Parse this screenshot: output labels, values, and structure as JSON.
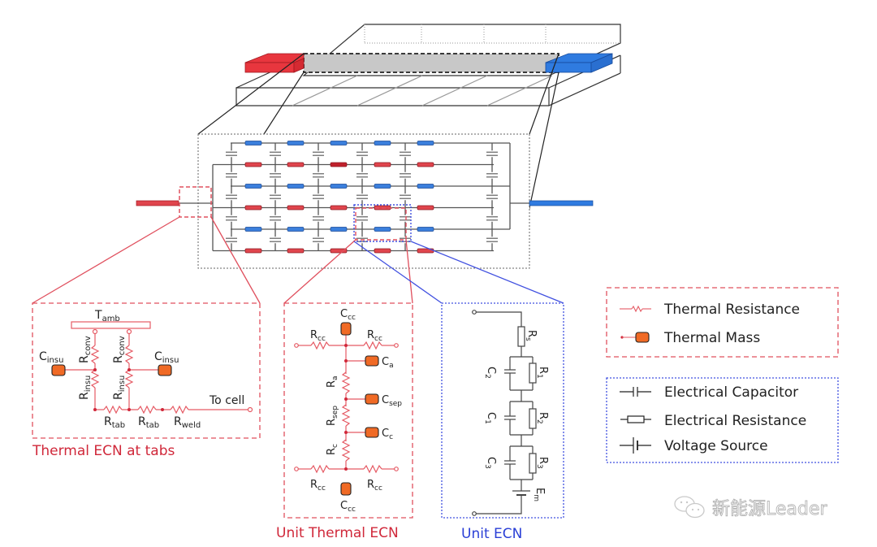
{
  "colors": {
    "thermal": "#e0505e",
    "thermal_text": "#d0283a",
    "electrical": "#2a3fd6",
    "tab_positive": "#e8363e",
    "tab_negative": "#2f7be0",
    "thermal_mass": "#f06a25",
    "wire": "#555555",
    "collector_gray": "#c8c8c8"
  },
  "grid": {
    "rows": [
      "blue",
      "red",
      "blue",
      "red",
      "blue",
      "red"
    ],
    "cols": 5
  },
  "tabs_ecn": {
    "title": "Thermal ECN at tabs",
    "t_amb": "T",
    "t_amb_sub": "amb",
    "r_conv": "R",
    "r_conv_sub": "conv",
    "r_insu": "R",
    "r_insu_sub": "insu",
    "c_insu": "C",
    "c_insu_sub": "insu",
    "r_tab": "R",
    "r_tab_sub": "tab",
    "r_weld": "R",
    "r_weld_sub": "weld",
    "to_cell": "To cell"
  },
  "unit_thermal": {
    "title": "Unit Thermal ECN",
    "c_cc": "C",
    "c_cc_sub": "cc",
    "r_cc": "R",
    "r_cc_sub": "cc",
    "c_a": "C",
    "c_a_sub": "a",
    "r_a": "R",
    "r_a_sub": "a",
    "c_sep": "C",
    "c_sep_sub": "sep",
    "r_sep": "R",
    "r_sep_sub": "sep",
    "c_c": "C",
    "c_c_sub": "c",
    "r_c": "R",
    "r_c_sub": "c"
  },
  "unit_ecn": {
    "title": "Unit ECN",
    "rs": "R",
    "rs_sub": "s",
    "r1": "R",
    "r1_sub": "1",
    "r2": "R",
    "r2_sub": "2",
    "r3": "R",
    "r3_sub": "3",
    "c1": "C",
    "c1_sub": "1",
    "c2": "C",
    "c2_sub": "2",
    "c3": "C",
    "c3_sub": "3",
    "em": "E",
    "em_sub": "m"
  },
  "legend_thermal": {
    "items": [
      "Thermal Resistance",
      "Thermal Mass"
    ]
  },
  "legend_electrical": {
    "items": [
      "Electrical Capacitor",
      "Electrical Resistance",
      "Voltage Source"
    ]
  },
  "watermark": {
    "text": "新能源Leader",
    "icon": "wechat-icon"
  }
}
